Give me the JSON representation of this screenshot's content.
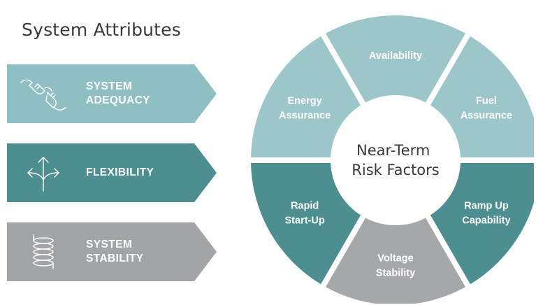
{
  "title": "System Attributes",
  "attributes": [
    {
      "line1": "SYSTEM",
      "line2": "ADEQUACY",
      "icon": "plug-icon",
      "color": "#8fbfc3"
    },
    {
      "line1": "FLEXIBILITY",
      "line2": "",
      "icon": "arrows-icon",
      "color": "#4d8e90"
    },
    {
      "line1": "SYSTEM",
      "line2": "STABILITY",
      "icon": "spring-icon",
      "color": "#a3a4a6"
    }
  ],
  "wheel": {
    "center": {
      "line1": "Near-Term",
      "line2": "Risk Factors"
    },
    "segments": [
      {
        "line1": "Availability",
        "line2": "",
        "color": "#9cc6c9"
      },
      {
        "line1": "Fuel",
        "line2": "Assurance",
        "color": "#9cc6c9"
      },
      {
        "line1": "Ramp Up",
        "line2": "Capability",
        "color": "#4d8e90"
      },
      {
        "line1": "Voltage",
        "line2": "Stability",
        "color": "#a6a7a9"
      },
      {
        "line1": "Rapid",
        "line2": "Start-Up",
        "color": "#4d8e90"
      },
      {
        "line1": "Energy",
        "line2": "Assurance",
        "color": "#9cc6c9"
      }
    ]
  }
}
